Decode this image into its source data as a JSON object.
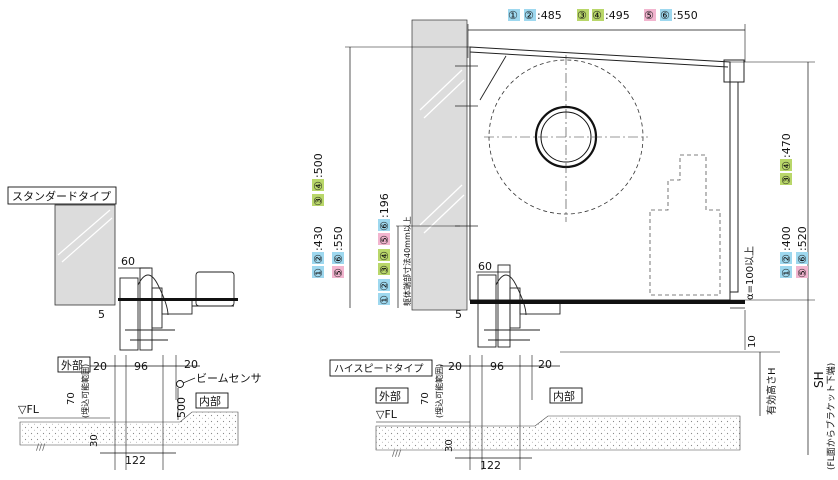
{
  "standard": {
    "type_label": "スタンダードタイプ",
    "dim_60": "60",
    "dim_5": "5",
    "dim_20a": "20",
    "dim_96": "96",
    "dim_20b": "20",
    "dim_500": "500",
    "dim_70": "70",
    "dim_70_note": "(埋込可能範囲)",
    "dim_30": "30",
    "dim_122": "122",
    "outside_label": "外部",
    "inside_label": "内部",
    "fl_label": "▽FL",
    "beam_sensor_label": "ビームセンサ"
  },
  "highspeed": {
    "type_label": "ハイスピードタイプ",
    "dim_60": "60",
    "dim_5": "5",
    "dim_20a": "20",
    "dim_96": "96",
    "dim_20b": "20",
    "dim_70": "70",
    "dim_70_note": "(埋込可能範囲)",
    "dim_30": "30",
    "dim_122": "122",
    "outside_label": "外部",
    "inside_label": "内部",
    "fl_label": "▽FL",
    "dim_10": "10",
    "effective_height": "有効高さH",
    "sh_label": "SH",
    "sh_note": "(FL面からブラケット下端)",
    "alpha_label": "α=100以上",
    "frame_end_note": "躯体端部寸法40mm以上"
  },
  "top_dims": {
    "m1": "①",
    "m2": "②",
    "v12": ":485",
    "m3": "③",
    "m4": "④",
    "v34": ":495",
    "m5": "⑤",
    "m6": "⑥",
    "v56": ":550"
  },
  "left_outer_dims": {
    "v12": ":430",
    "v34": ":500",
    "v56": ":550"
  },
  "left_inner_dims": {
    "v12": "",
    "v34": "",
    "v56": ":196"
  },
  "right_top_dims": {
    "v34": ":470"
  },
  "right_dims": {
    "v12": ":400",
    "v56": ":520"
  },
  "colors": {
    "blue_marker": "#9ed8ef",
    "green_marker": "#b9d76a",
    "pink_marker": "#f2b5cf",
    "wall_gray": "#dcdcdc",
    "line": "#111111"
  }
}
